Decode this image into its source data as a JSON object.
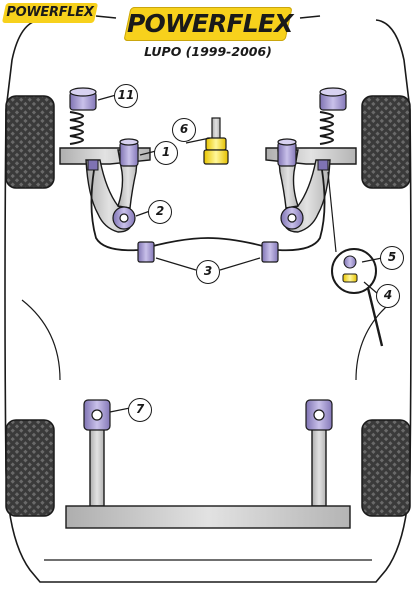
{
  "header": {
    "corner_logo_text": "POWERFLEX",
    "main_logo_text": "POWERFLEX",
    "model_text": "LUPO (1999-2006)"
  },
  "callouts": {
    "c1": "1",
    "c2": "2",
    "c3": "3",
    "c4": "4",
    "c5": "5",
    "c6": "6",
    "c7": "7",
    "c11": "11"
  },
  "colors": {
    "brand_yellow": "#f7d11c",
    "bush_purple": "#9a8ec6",
    "bush_yellow": "#ffe94d",
    "metal_grey": "#c8c8c8",
    "tyre_dark": "#333333"
  },
  "icons": [
    "powerflex-logo",
    "magnifier-icon"
  ]
}
